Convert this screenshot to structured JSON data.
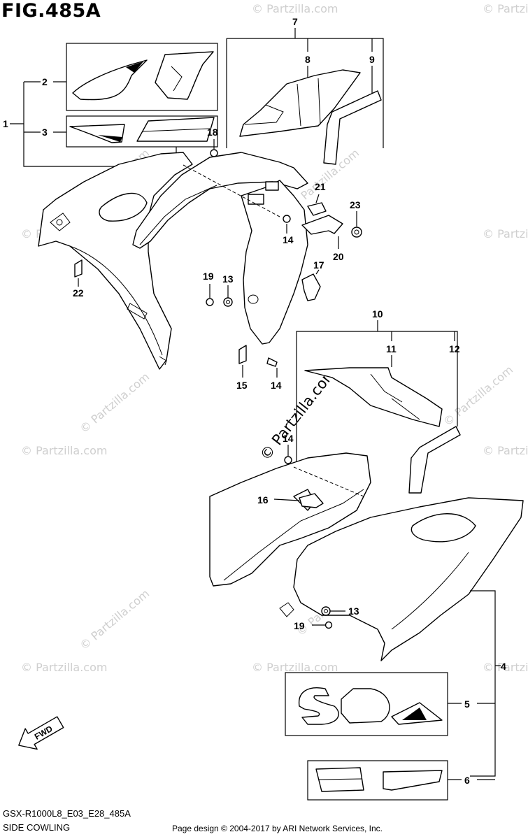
{
  "figure": {
    "title": "FIG.485A",
    "model_code": "GSX-R1000L8_E03_E28_485A",
    "section_name": "SIDE COWLING",
    "copyright": "Page design © 2004-2017 by ARI Network Services, Inc.",
    "direction_label": "FWD",
    "watermark_text": "© Partzilla.com"
  },
  "callouts": [
    "1",
    "2",
    "3",
    "4",
    "5",
    "6",
    "7",
    "8",
    "9",
    "10",
    "11",
    "12",
    "13",
    "13",
    "14",
    "14",
    "14",
    "15",
    "16",
    "17",
    "18",
    "19",
    "19",
    "20",
    "21",
    "22",
    "23"
  ],
  "colors": {
    "line": "#000000",
    "watermark": "#cfcfcf",
    "background": "#ffffff"
  }
}
